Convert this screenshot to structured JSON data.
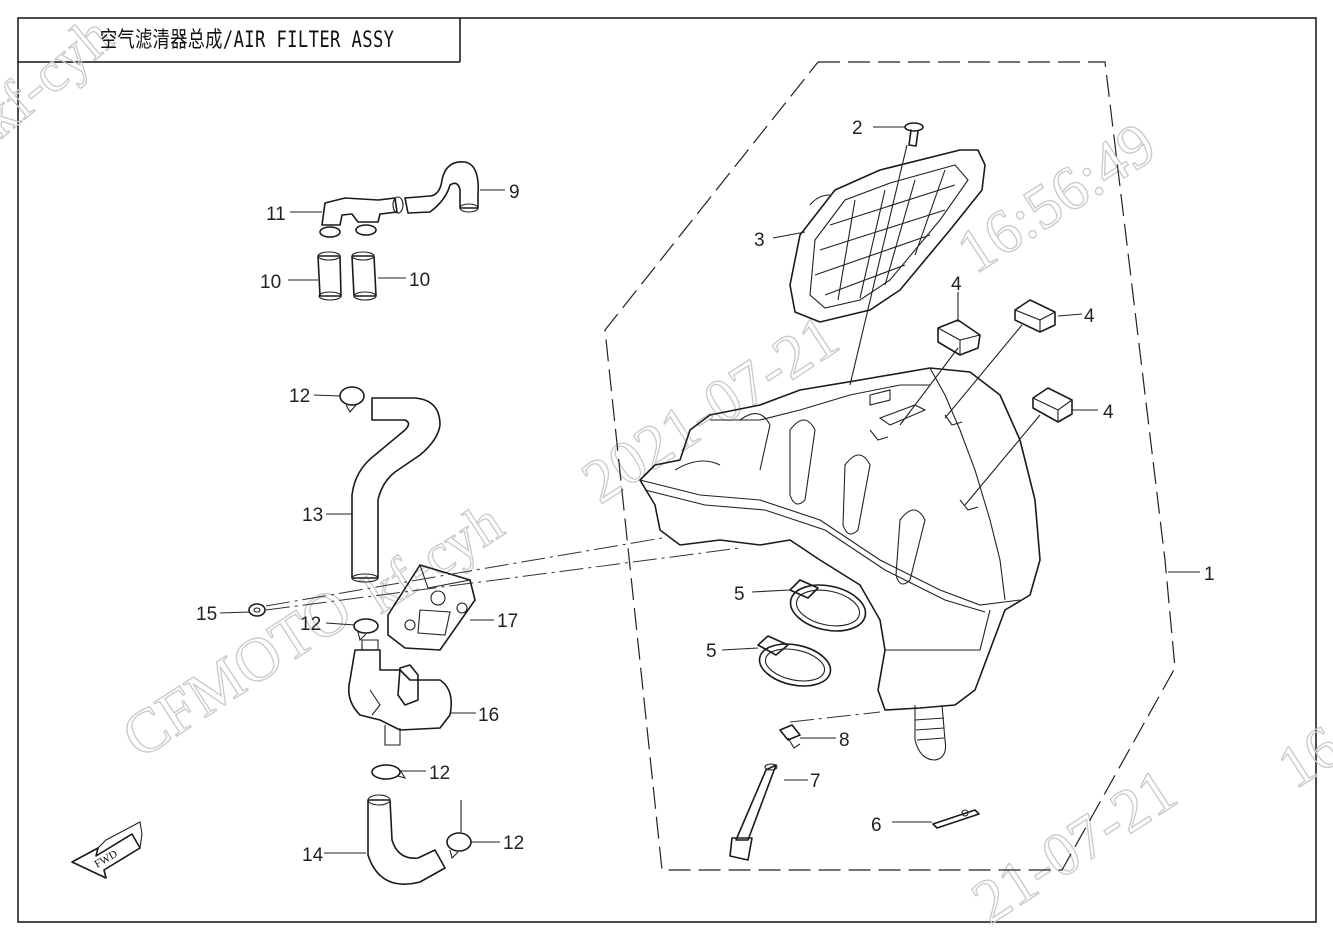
{
  "title": "空气滤清器总成/AIR FILTER ASSY",
  "fwd_label": "FWD",
  "watermarks": {
    "brand": "CFMOTO",
    "user": "kf-cyh",
    "date": "2021-07-21",
    "time": "16:56:49",
    "fragment_right": "16",
    "fragment_bottom": "21-07-21",
    "fragment_top_left": "kf-cyh"
  },
  "callouts": {
    "c1": "1",
    "c2": "2",
    "c3": "3",
    "c4a": "4",
    "c4b": "4",
    "c4c": "4",
    "c5a": "5",
    "c5b": "5",
    "c6": "6",
    "c7": "7",
    "c8": "8",
    "c9": "9",
    "c10a": "10",
    "c10b": "10",
    "c11": "11",
    "c12a": "12",
    "c12b": "12",
    "c12c": "12",
    "c12d": "12",
    "c13": "13",
    "c14": "14",
    "c15": "15",
    "c16": "16",
    "c17": "17"
  }
}
